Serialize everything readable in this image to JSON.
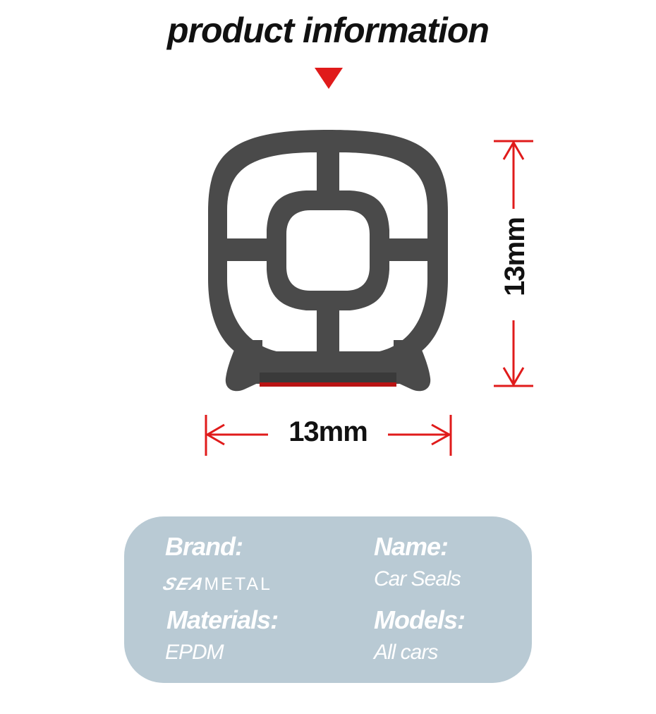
{
  "header": {
    "title": "product information"
  },
  "dimensions": {
    "width_label": "13mm",
    "height_label": "13mm"
  },
  "colors": {
    "seal": "#4a4a4a",
    "accent": "#e01b1b",
    "panel": "#b9cad4"
  },
  "specs": {
    "brand_label": "Brand:",
    "brand_logo_part1": "SEA",
    "brand_logo_part2": "METAL",
    "name_label": "Name:",
    "name_value": "Car Seals",
    "materials_label": "Materials:",
    "materials_value": "EPDM",
    "models_label": "Models:",
    "models_value": "All cars"
  }
}
